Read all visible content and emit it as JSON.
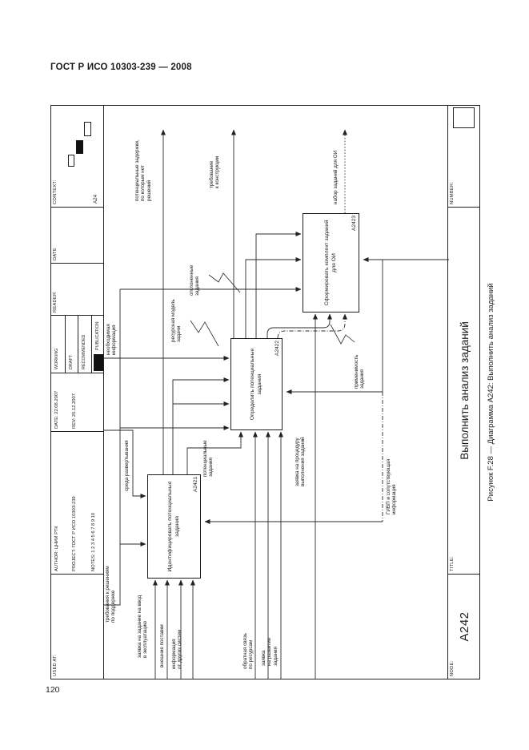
{
  "page": {
    "header": "ГОСТ Р ИСО 10303-239 — 2008",
    "number": "120",
    "caption": "Рисунок F.28 — Диаграмма А242: Выполнить анализ заданий"
  },
  "form": {
    "used_at": "USED AT:",
    "author": "AUTHOR:  ЦНИИ РТК",
    "project": "PROJECT:  ГОСТ Р ИСО 10303-239",
    "notes": "NOTES:  1  2  3  4  5  6  7  8  9  10",
    "date": "DATE:  22.08.2007",
    "rev": "REV:  25.12.2007",
    "status_rows": [
      "WORKING",
      "DRAFT",
      "RECOMMENDED",
      "PUBLICATION"
    ],
    "status_checked": "PUBLICATION",
    "reader": "READER",
    "reader_date": "DATE",
    "context": "CONTEXT:",
    "context_ref": "A24",
    "node_label": "NODE:",
    "node_value": "A242",
    "title_label": "TITLE:",
    "title_value": "Выполнить анализ заданий",
    "number_label": "NUMBER:"
  },
  "diagram": {
    "boxes": [
      {
        "id": "A2421",
        "label": "Идентифицировать потенциальные задания"
      },
      {
        "id": "A2422",
        "label": "Определить потенциальные задания"
      },
      {
        "id": "A2423",
        "label": "Сформировать комплект заданий для ОИ"
      }
    ],
    "labels": {
      "out_delays": "потенциальные задержки,\nпо которым нет\nрешений",
      "out_design": "требование\nк конструкции",
      "out_taskset": "набор заданий для ОИ",
      "ctrl_support": "требования к решениям\nпо поддержке",
      "ctrl_env": "среда развертывания",
      "ctrl_info": "необходимая\nинформация",
      "in_commission": "заявка на задание на ввод\nв эксплуатацию",
      "in_supply": "внешние поставки",
      "in_othersys": "информация\nот других систем",
      "in_resfb": "обратная связь\nпо ресурсам",
      "in_devreq": "заявка\nна развитие\nзадания",
      "int_potential": "потенциальные\nзадания",
      "int_proc": "заявка на процедуру\nвыполнения заданий",
      "mech_givp": "ГИВП и сопутствующая\nинформация",
      "ann_resmodel": "ресурсная модель\nзадачи",
      "ann_rejected": "отклоненные\nзадания",
      "ann_applic": "применимость\nзадания"
    }
  }
}
